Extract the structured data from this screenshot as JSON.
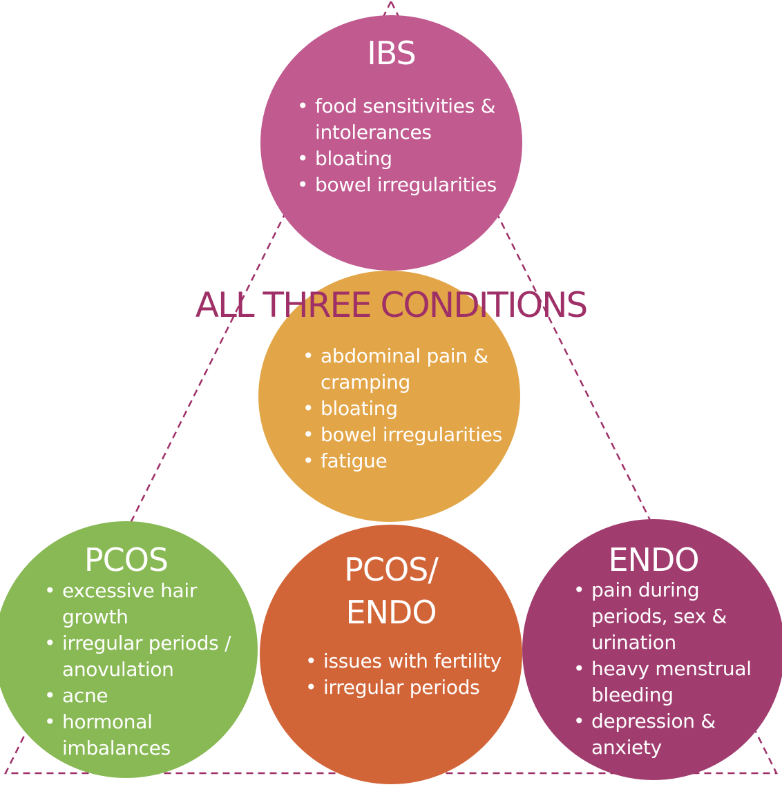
{
  "diagram": {
    "center_heading": "ALL THREE CONDITIONS",
    "colors": {
      "ibs": "#c05a8f",
      "all_three": "#e2a547",
      "pcos": "#88b954",
      "pcos_endo": "#d26538",
      "endo": "#a13c6f",
      "heading": "#9e2f67",
      "triangle_line": "#9e2f67"
    },
    "bullet": "•",
    "ibs": {
      "title": "IBS",
      "items": [
        [
          "food sensitivities &",
          "intolerances"
        ],
        [
          "bloating"
        ],
        [
          "bowel irregularities"
        ]
      ]
    },
    "all_three": {
      "items": [
        [
          "abdominal pain &",
          "cramping"
        ],
        [
          "bloating"
        ],
        [
          "bowel irregularities"
        ],
        [
          "fatigue"
        ]
      ]
    },
    "pcos": {
      "title": "PCOS",
      "items": [
        [
          "excessive hair",
          "growth"
        ],
        [
          "irregular periods /",
          "anovulation"
        ],
        [
          "acne"
        ],
        [
          "hormonal",
          "imbalances"
        ]
      ]
    },
    "pcos_endo": {
      "title_lines": [
        "PCOS/",
        "ENDO"
      ],
      "items": [
        [
          "issues with fertility"
        ],
        [
          "irregular periods"
        ]
      ]
    },
    "endo": {
      "title": "ENDO",
      "items": [
        [
          "pain during",
          "periods, sex &",
          "urination"
        ],
        [
          "heavy menstrual",
          "bleeding"
        ],
        [
          "depression &",
          "anxiety"
        ]
      ]
    }
  }
}
